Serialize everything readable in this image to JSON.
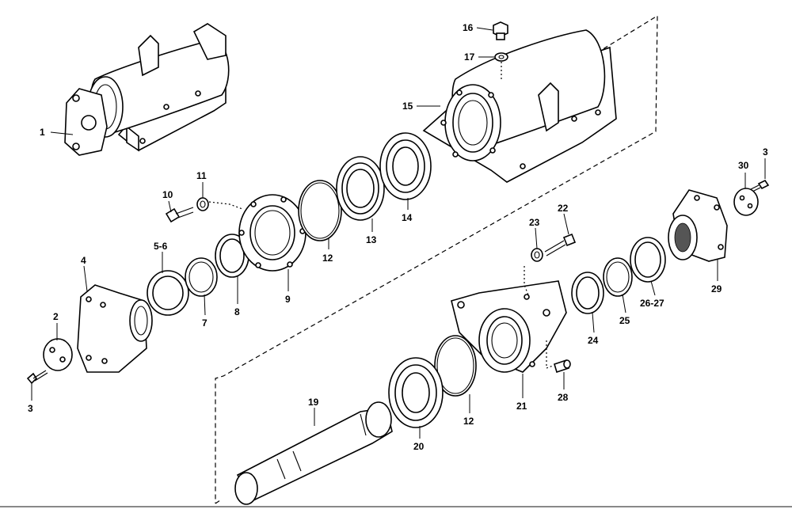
{
  "diagram": {
    "title": "",
    "callouts": {
      "p1": "1",
      "p2": "2",
      "p3a": "3",
      "p3b": "3",
      "p4": "4",
      "p5_6": "5-6",
      "p7": "7",
      "p8": "8",
      "p9": "9",
      "p10": "10",
      "p11": "11",
      "p12a": "12",
      "p12b": "12",
      "p13": "13",
      "p14": "14",
      "p15": "15",
      "p16": "16",
      "p17": "17",
      "p19": "19",
      "p20": "20",
      "p21": "21",
      "p22": "22",
      "p23": "23",
      "p24": "24",
      "p25": "25",
      "p26_27": "26-27",
      "p28": "28",
      "p29": "29",
      "p30": "30"
    }
  }
}
